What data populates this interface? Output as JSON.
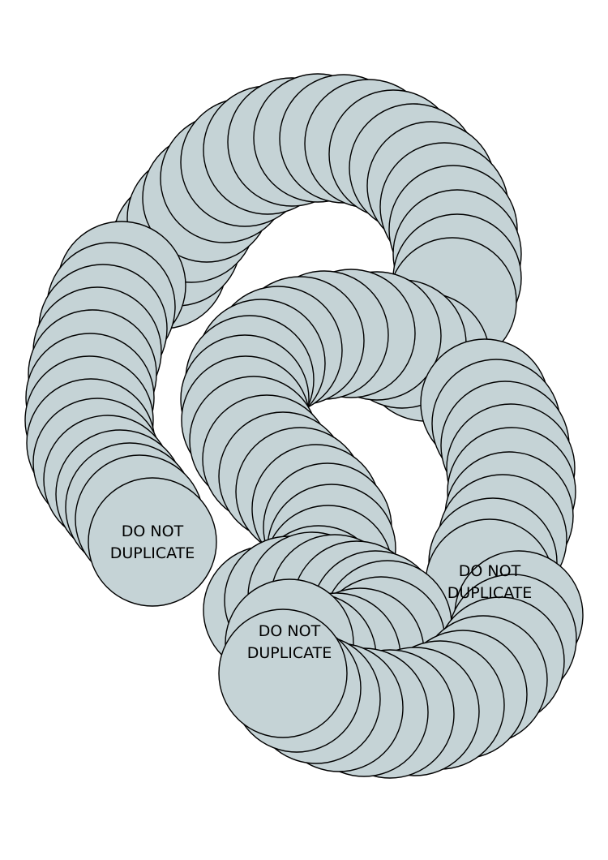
{
  "disc_color": "#c5d3d6",
  "outline_color": "#000000",
  "sticker_text": [
    "DO NOT",
    "DUPLICATE"
  ],
  "visible_labels": [
    {
      "id": "bottom-left",
      "line1": "DO NOT",
      "line2": "DUPLICATE"
    },
    {
      "id": "bottom-center",
      "line1": "DO NOT",
      "line2": "DUPLICATE"
    },
    {
      "id": "right",
      "line1": "DO NOT",
      "line2": "DUPLICATE"
    }
  ]
}
